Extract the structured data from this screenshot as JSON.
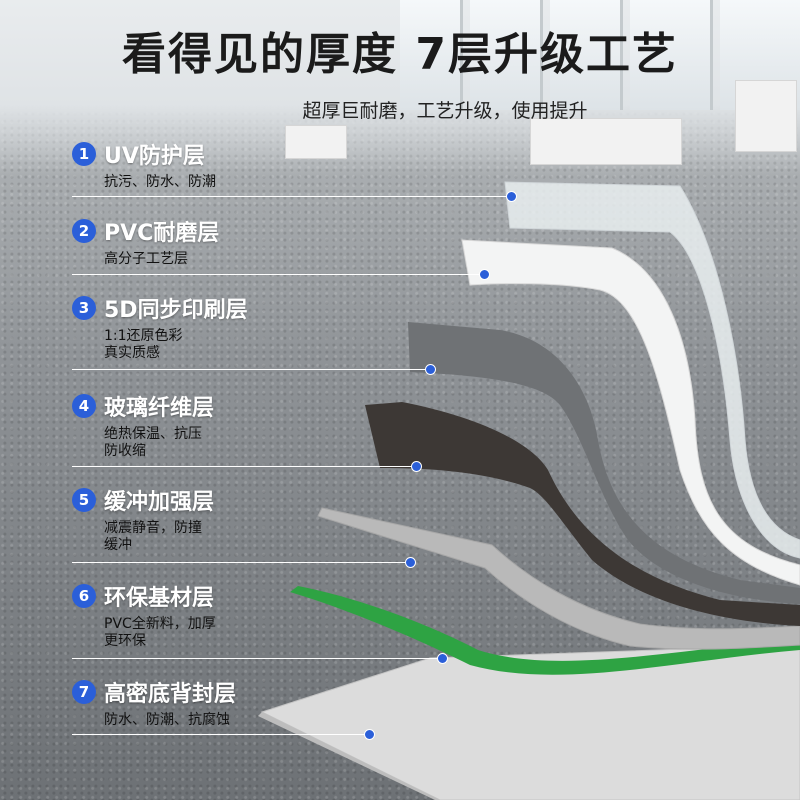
{
  "header": {
    "title": "看得见的厚度 7层升级工艺",
    "subtitle": "超厚巨耐磨，工艺升级，使用提升"
  },
  "layers": [
    {
      "number": "1",
      "title": "UV防护层",
      "desc": "抗污、防水、防潮"
    },
    {
      "number": "2",
      "title": "PVC耐磨层",
      "desc": "高分子工艺层"
    },
    {
      "number": "3",
      "title": "5D同步印刷层",
      "desc": "1:1还原色彩\n真实质感"
    },
    {
      "number": "4",
      "title": "玻璃纤维层",
      "desc": "绝热保温、抗压\n防收缩"
    },
    {
      "number": "5",
      "title": "缓冲加强层",
      "desc": "减震静音，防撞\n缓冲"
    },
    {
      "number": "6",
      "title": "环保基材层",
      "desc": "PVC全新料，加厚\n更环保"
    },
    {
      "number": "7",
      "title": "高密底背封层",
      "desc": "防水、防潮、抗腐蚀"
    }
  ],
  "colors": {
    "badge": "#2b5fd9",
    "uv_layer": "#e9eef0",
    "pvc_layer": "#f3f4f4",
    "print_layer": "#6f7275",
    "fiber_layer": "#3d3835",
    "buffer_layer": "#b9b9b9",
    "base_layer": "#2ea343",
    "back_layer": "#dcdcdc"
  }
}
